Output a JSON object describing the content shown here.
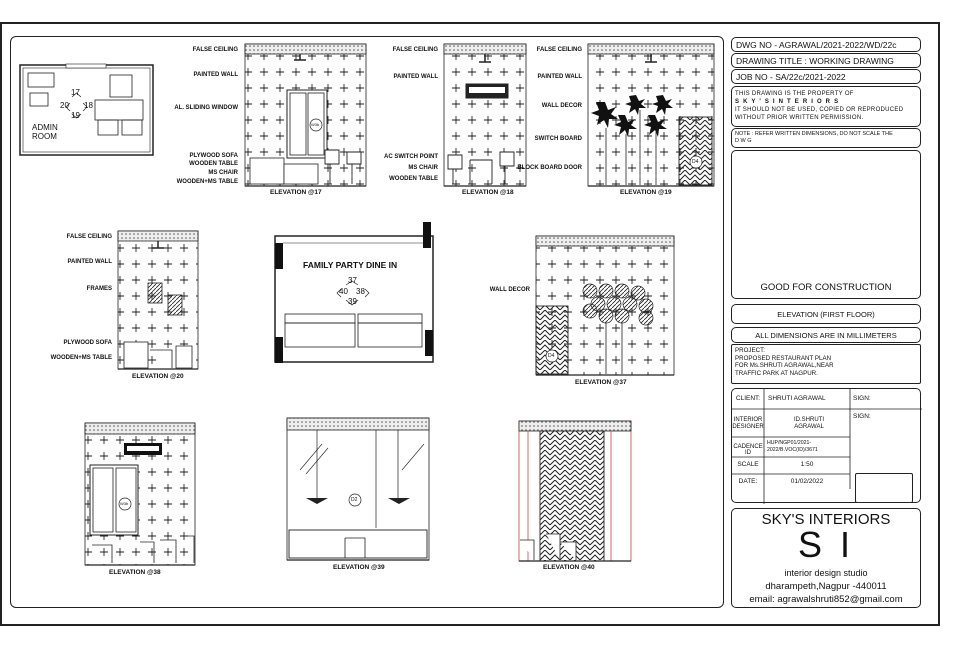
{
  "drawing": {
    "admin_room": {
      "label": "ADMIN\nROOM",
      "tags": [
        "17",
        "20",
        "18",
        "19"
      ]
    },
    "elev17": {
      "caption": "ELEVATION @17",
      "labels": [
        "FALSE CEILING",
        "PAINTED WALL",
        "AL. SLIDING WINDOW",
        "PLYWOOD SOFA",
        "WOODEN TABLE",
        "MS CHAIR",
        "WOODEN+MS TABLE"
      ],
      "tag": "W3b"
    },
    "elev18": {
      "caption": "ELEVATION @18",
      "labels": [
        "FALSE CEILING",
        "PAINTED WALL",
        "AC SWITCH POINT",
        "MS CHAIR",
        "WOODEN TABLE"
      ]
    },
    "elev19": {
      "caption": "ELEVATION @19",
      "labels": [
        "FALSE CEILING",
        "PAINTED WALL",
        "WALL DECOR",
        "SWITCH BOARD",
        "BLOCK BOARD DOOR"
      ],
      "tag": "D4"
    },
    "elev20": {
      "caption": "ELEVATION @20",
      "labels": [
        "FALSE CEILING",
        "PAINTED WALL",
        "FRAMES",
        "PLYWOOD SOFA",
        "WOODEN+MS TABLE"
      ]
    },
    "family_dine": {
      "title": "FAMILY PARTY DINE IN",
      "tags": [
        "37",
        "40",
        "38",
        "39"
      ]
    },
    "elev37": {
      "caption": "ELEVATION @37",
      "labels": [
        "WALL DECOR"
      ],
      "tag": "D4"
    },
    "elev38": {
      "caption": "ELEVATION @38",
      "tag": "W3b"
    },
    "elev39": {
      "caption": "ELEVATION @39",
      "tag": "D2"
    },
    "elev40": {
      "caption": "ELEVATION @40"
    }
  },
  "titleblock": {
    "dwg_no": "DWG NO - AGRAWAL/2021-2022/WD/22c",
    "drawing_title": "DRAWING TITLE : WORKING DRAWING",
    "job_no": "JOB NO - SA/22c/2021-2022",
    "property_line1": "THIS DRAWING IS THE PROPERTY OF",
    "property_line2": "S K Y ' S   I N T E R I O R S",
    "property_line3": "IT SHOULD NOT BE USED, COPIED OR REPRODUCED",
    "property_line4": "WITHOUT PRIOR WRITTEN PERMISSION.",
    "note": "NOTE : REFER WRITTEN DIMENSIONS, DO NOT SCALE THE",
    "note_cont": "D                W                G",
    "status": "GOOD FOR CONSTRUCTION",
    "elevation": "ELEVATION (FIRST FLOOR)",
    "dimensions": "ALL DIMENSIONS ARE IN MILLIMETERS",
    "project": "PROJECT:\nPROPOSED RESTAURANT PLAN\nFOR Ms.SHRUTI AGRAWAL,NEAR\nTRAFFIC PARK AT NAGPUR.",
    "rows": [
      {
        "label": "CLIENT:",
        "value": "SHRUTI AGRAWAL",
        "sign": "SIGN:"
      },
      {
        "label": "INTERIOR\nDESIGNER",
        "value": "ID.SHRUTI\nAGRAWAL",
        "sign": "SIGN:"
      },
      {
        "label": "CADENCE ID",
        "value": "HUP/NGP01/2021-\n2022/B.VOC(ID)/3671",
        "sign": ""
      },
      {
        "label": "SCALE",
        "value": "1:50",
        "sign": ""
      },
      {
        "label": "DATE:",
        "value": "01/02/2022",
        "sign": ""
      }
    ],
    "company": "SKY'S INTERIORS",
    "logo": "S I",
    "studio": "interior design studio",
    "address": "dharampeth,Nagpur -440011",
    "email": "email: agrawalshruti852@gmail.com"
  }
}
